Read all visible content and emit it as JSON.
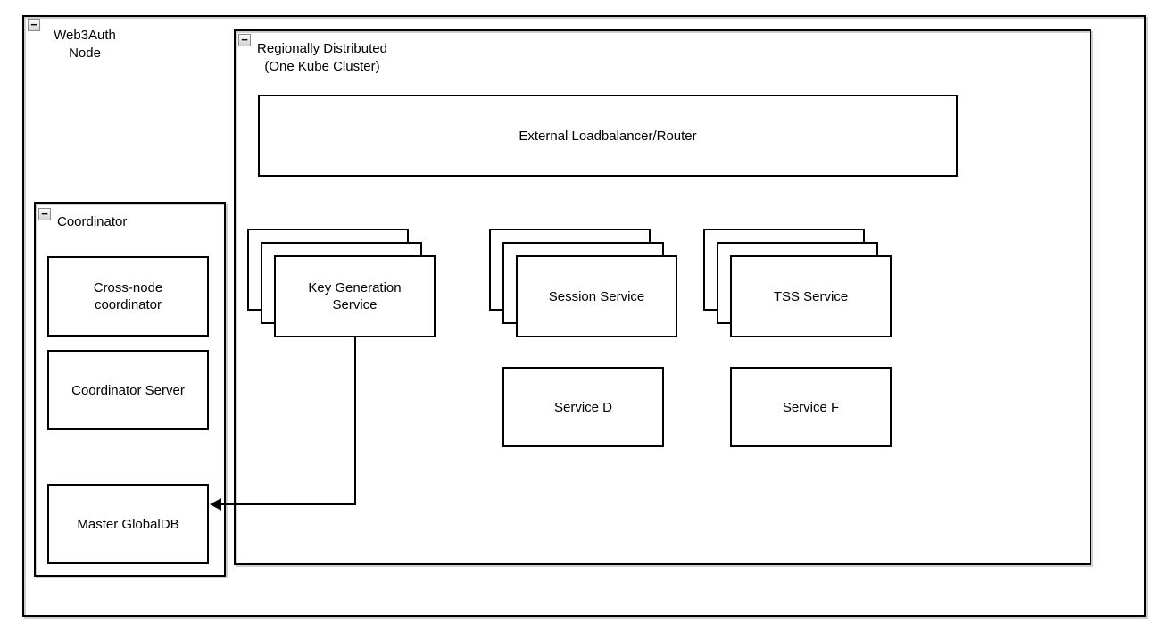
{
  "colors": {
    "stroke": "#000000",
    "fill": "#ffffff",
    "shadow": "#cfcfcf"
  },
  "icons": {
    "collapse_glyph": "−"
  },
  "containers": {
    "web3auth_node": {
      "line1": "Web3Auth",
      "line2": "Node"
    },
    "regionally_distributed": {
      "line1": "Regionally Distributed",
      "line2": "(One Kube Cluster)"
    },
    "coordinator": {
      "label": "Coordinator"
    }
  },
  "nodes": {
    "external_loadbalancer": {
      "label": "External Loadbalancer/Router"
    },
    "cross_node_coordinator": {
      "line1": "Cross-node",
      "line2": "coordinator"
    },
    "coordinator_server": {
      "label": "Coordinator Server"
    },
    "master_globaldb": {
      "label": "Master GlobalDB"
    },
    "key_generation_service": {
      "line1": "Key Generation",
      "line2": "Service",
      "replicas": 3
    },
    "session_service": {
      "label": "Session Service",
      "replicas": 3
    },
    "tss_service": {
      "label": "TSS Service",
      "replicas": 3
    },
    "service_d": {
      "label": "Service D"
    },
    "service_f": {
      "label": "Service F"
    }
  },
  "edges": [
    {
      "from": "key_generation_service",
      "to": "master_globaldb",
      "style": "orthogonal-arrow"
    }
  ]
}
